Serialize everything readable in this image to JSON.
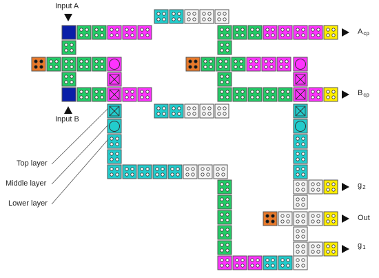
{
  "colors": {
    "green": "#22cc66",
    "magenta": "#ff33ff",
    "cyan": "#22cccc",
    "white": "#f4f4f4",
    "yellow": "#ffee00",
    "blue": "#0a1fa8",
    "orange": "#e8792a",
    "outline": "#555555"
  },
  "labels": {
    "input_a": "Input A",
    "input_b": "Input B",
    "top_layer": "Top layer",
    "middle_layer": "Middle layer",
    "lower_layer": "Lower layer"
  },
  "ports": {
    "a_cp": {
      "main": "A",
      "sub": "cp"
    },
    "b_cp": {
      "main": "B",
      "sub": "cp"
    },
    "g2": {
      "main": "g",
      "sub": "2"
    },
    "out": {
      "main": "Out",
      "sub": ""
    },
    "g1": {
      "main": "g",
      "sub": "1"
    }
  }
}
